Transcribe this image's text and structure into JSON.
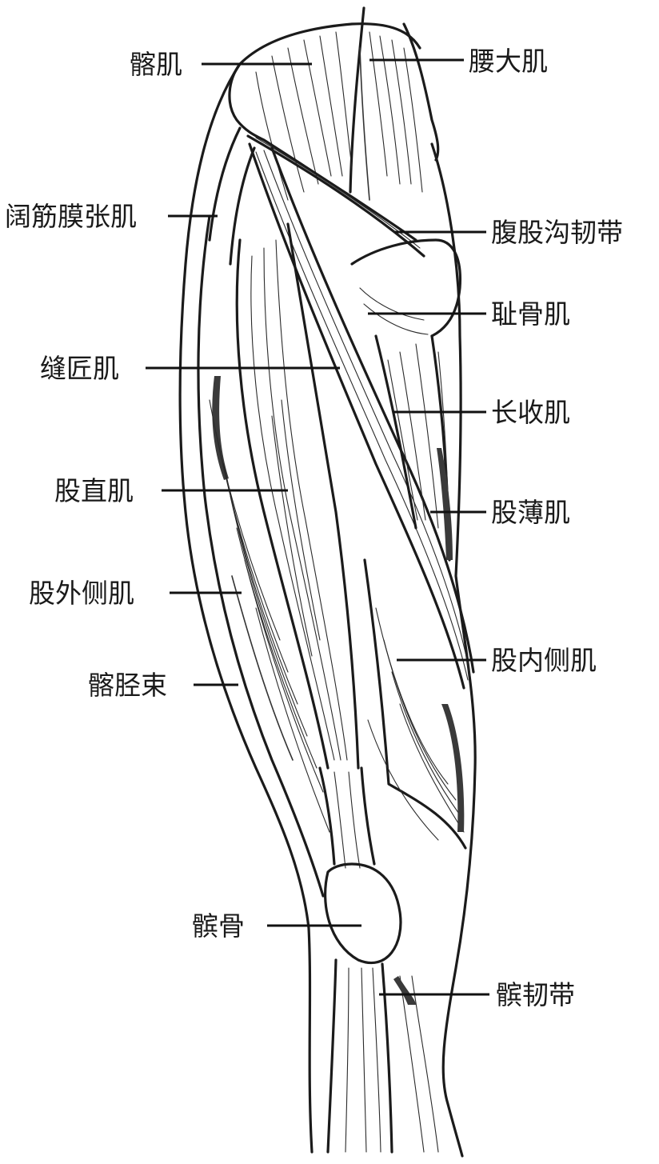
{
  "labels": {
    "iliacus": "髂肌",
    "psoas_major": "腰大肌",
    "tensor_fasciae_latae": "阔筋膜张肌",
    "inguinal_ligament": "腹股沟韧带",
    "pectineus": "耻骨肌",
    "sartorius": "缝匠肌",
    "adductor_longus": "长收肌",
    "rectus_femoris": "股直肌",
    "gracilis": "股薄肌",
    "vastus_lateralis": "股外侧肌",
    "vastus_medialis": "股内侧肌",
    "iliotibial_tract": "髂胫束",
    "patella": "髌骨",
    "patellar_ligament": "髌韧带"
  },
  "colors": {
    "line": "#1b1b1b",
    "text": "#1a1a1a",
    "background": "#ffffff"
  }
}
